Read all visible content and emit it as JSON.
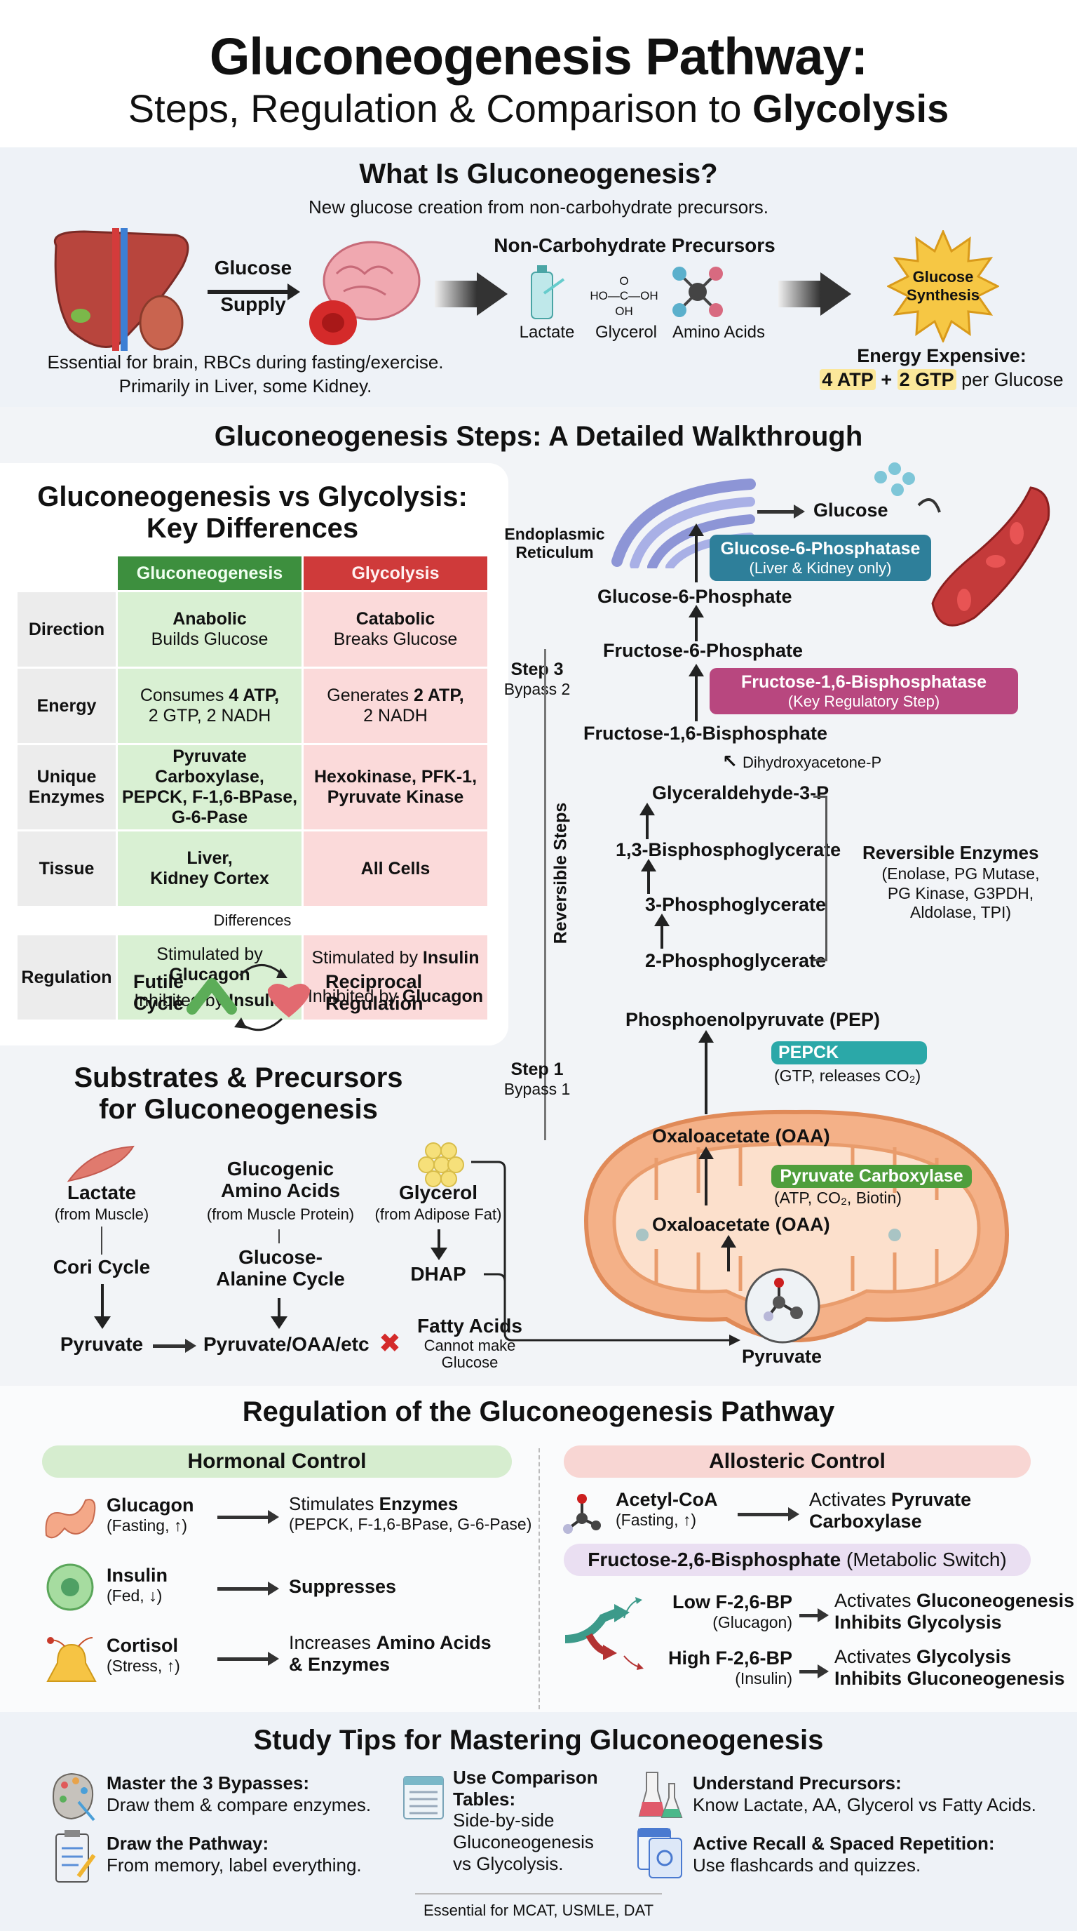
{
  "header": {
    "title": "Gluconeogenesis Pathway:",
    "subtitle_plain": "Steps, Regulation & Comparison to ",
    "subtitle_bold": "Glycolysis"
  },
  "intro": {
    "heading": "What Is Gluconeogenesis?",
    "definition": "New glucose creation from non-carbohydrate precursors.",
    "glucose_supply_line1": "Glucose",
    "glucose_supply_line2": "Supply",
    "essential_line1": "Essential for brain, RBCs during fasting/exercise.",
    "essential_line2": "Primarily in Liver, some Kidney.",
    "precursors_heading": "Non-Carbohydrate Precursors",
    "precursors": [
      "Lactate",
      "Glycerol",
      "Amino Acids"
    ],
    "glycerol_formula": {
      "top": "O",
      "mid": "HO—C—OH",
      "bottom": "OH"
    },
    "starburst_line1": "Glucose",
    "starburst_line2": "Synthesis",
    "energy_heading": "Energy Expensive:",
    "energy_atp": "4 ATP",
    "energy_plus": " + ",
    "energy_gtp": "2 GTP",
    "energy_suffix": " per Glucose"
  },
  "steps_section": {
    "heading": "Gluconeogenesis Steps: A Detailed Walkthrough"
  },
  "comparison": {
    "heading_line1": "Gluconeogenesis vs Glycolysis:",
    "heading_line2": "Key Differences",
    "columns": [
      "Gluconeogenesis",
      "Glycolysis"
    ],
    "rows": [
      {
        "label": "Direction",
        "gluco_bold": "Anabolic",
        "gluco": "Builds Glucose",
        "glyco_bold": "Catabolic",
        "glyco": "Breaks Glucose"
      },
      {
        "label": "Energy",
        "gluco_pre": "Consumes ",
        "gluco_bold": "4 ATP,",
        "gluco": "2 GTP, 2 NADH",
        "glyco_pre": "Generates ",
        "glyco_bold": "2 ATP,",
        "glyco": "2 NADH"
      },
      {
        "label_line1": "Unique",
        "label_line2": "Enzymes",
        "gluco": "Pyruvate Carboxylase, PEPCK, F-1,6-BPase, G-6-Pase",
        "glyco": "Hexokinase, PFK-1, Pyruvate Kinase"
      },
      {
        "label": "Tissue",
        "gluco_line1": "Liver,",
        "gluco_line2": "Kidney Cortex",
        "glyco": "All Cells"
      }
    ],
    "differences_label": "Differences",
    "regulation": {
      "label": "Regulation",
      "gluco_stim_pre": "Stimulated by",
      "gluco_stim_bold": "Glucagon",
      "gluco_inh_pre": "Inhibited by ",
      "gluco_inh_bold": "Insulin",
      "glyco_stim_pre": "Stimulated by ",
      "glyco_stim_bold": "Insulin",
      "glyco_inh_pre": "Inhibited by ",
      "glyco_inh_bold": "Glucagon"
    },
    "futile_line1": "Futile",
    "futile_line2": "Cycle",
    "reciprocal_line1": "Reciprocal",
    "reciprocal_line2": "Regulation"
  },
  "pathway": {
    "er_line1": "Endoplasmic",
    "er_line2": "Reticulum",
    "glucose": "Glucose",
    "g6pase_name": "Glucose-6-Phosphatase",
    "g6pase_note": "(Liver & Kidney only)",
    "g6p": "Glucose-6-Phosphate",
    "f6p": "Fructose-6-Phosphate",
    "step3": "Step 3",
    "bypass2": "Bypass 2",
    "fbpase_name": "Fructose-1,6-Bisphosphatase",
    "fbpase_note": "(Key Regulatory Step)",
    "f16bp": "Fructose-1,6-Bisphosphate",
    "dhap_p": "Dihydroxyacetone-P",
    "g3p": "Glyceraldehyde-3-P",
    "bpg13": "1,3-Bisphosphoglycerate",
    "pg3": "3-Phosphoglycerate",
    "pg2": "2-Phosphoglycerate",
    "reversible_steps": "Reversible Steps",
    "rev_enz_heading": "Reversible Enzymes",
    "rev_enz_lines": [
      "(Enolase, PG Mutase,",
      "PG Kinase, G3PDH,",
      "Aldolase, TPI)"
    ],
    "pep": "Phosphoenolpyruvate (PEP)",
    "step1": "Step 1",
    "bypass1": "Bypass 1",
    "pepck_name": "PEPCK",
    "pepck_note": "(GTP, releases CO₂)",
    "oaa_top": "Oxaloacetate (OAA)",
    "pc_name": "Pyruvate Carboxylase",
    "pc_note": "(ATP, CO₂, Biotin)",
    "oaa_bottom": "Oxaloacetate (OAA)",
    "pyruvate": "Pyruvate"
  },
  "substrates": {
    "heading_line1": "Substrates & Precursors",
    "heading_line2": "for Gluconeogenesis",
    "lactate": "Lactate",
    "lactate_src": "(from Muscle)",
    "cori": "Cori Cycle",
    "aa_line1": "Glucogenic",
    "aa_line2": "Amino Acids",
    "aa_src": "(from Muscle Protein)",
    "ga_line1": "Glucose-",
    "ga_line2": "Alanine Cycle",
    "glycerol": "Glycerol",
    "glycerol_src": "(from Adipose Fat)",
    "dhap": "DHAP",
    "pyruvate": "Pyruvate",
    "pyr_oaa": "Pyruvate/OAA/etc",
    "fatty_acids": "Fatty Acids",
    "fa_note_line1": "Cannot make",
    "fa_note_line2": "Glucose"
  },
  "regulation": {
    "heading": "Regulation of the Gluconeogenesis Pathway",
    "hormonal": {
      "label": "Hormonal Control",
      "items": [
        {
          "name": "Glucagon",
          "sub": "(Fasting, ↑)",
          "effect_pre": "Stimulates ",
          "effect_bold": "Enzymes",
          "effect_line2": "(PEPCK, F-1,6-BPase, G-6-Pase)"
        },
        {
          "name": "Insulin",
          "sub": "(Fed, ↓)",
          "effect_bold": "Suppresses"
        },
        {
          "name": "Cortisol",
          "sub": "(Stress, ↑)",
          "effect_pre": "Increases ",
          "effect_bold": "Amino Acids",
          "effect_line2": "& Enzymes"
        }
      ]
    },
    "allosteric": {
      "label": "Allosteric Control",
      "acetyl": {
        "name": "Acetyl-CoA",
        "sub": "(Fasting, ↑)",
        "effect_pre": "Activates ",
        "effect_bold": "Pyruvate",
        "effect_line2": "Carboxylase"
      },
      "f26bp_bold": "Fructose-2,6-Bisphosphate",
      "f26bp_plain": " (Metabolic Switch)",
      "low": {
        "name": "Low F-2,6-BP",
        "sub": "(Glucagon)",
        "line1_pre": "Activates ",
        "line1_bold": "Gluconeogenesis",
        "line2": "Inhibits Glycolysis"
      },
      "high": {
        "name": "High F-2,6-BP",
        "sub": "(Insulin)",
        "line1_pre": "Activates ",
        "line1_bold": "Glycolysis",
        "line2": "Inhibits Gluconeogenesis"
      }
    }
  },
  "tips": {
    "heading": "Study Tips for Mastering Gluconeogenesis",
    "items": [
      {
        "title": "Master the 3 Bypasses:",
        "text": "Draw them & compare enzymes."
      },
      {
        "title": "Draw the Pathway:",
        "text": "From memory, label everything."
      },
      {
        "title_line1": "Use Comparison",
        "title_line2": "Tables:",
        "text_lines": [
          "Side-by-side",
          "Gluconeogenesis",
          "vs Glycolysis."
        ]
      },
      {
        "title": "Understand Precursors:",
        "text": "Know Lactate, AA, Glycerol vs Fatty Acids."
      },
      {
        "title": "Active Recall & Spaced Repetition:",
        "text": "Use flashcards and quizzes."
      }
    ],
    "footer": "Essential for MCAT, USMLE, DAT"
  },
  "colors": {
    "gluco_green": "#3d8f3e",
    "glyco_red": "#cf3a3a",
    "g6pase_teal": "#2e7f9a",
    "fbpase_magenta": "#b8477f",
    "pepck_teal": "#2ba8a8",
    "pc_green": "#4f9e3c",
    "mito_orange": "#f0a070"
  }
}
